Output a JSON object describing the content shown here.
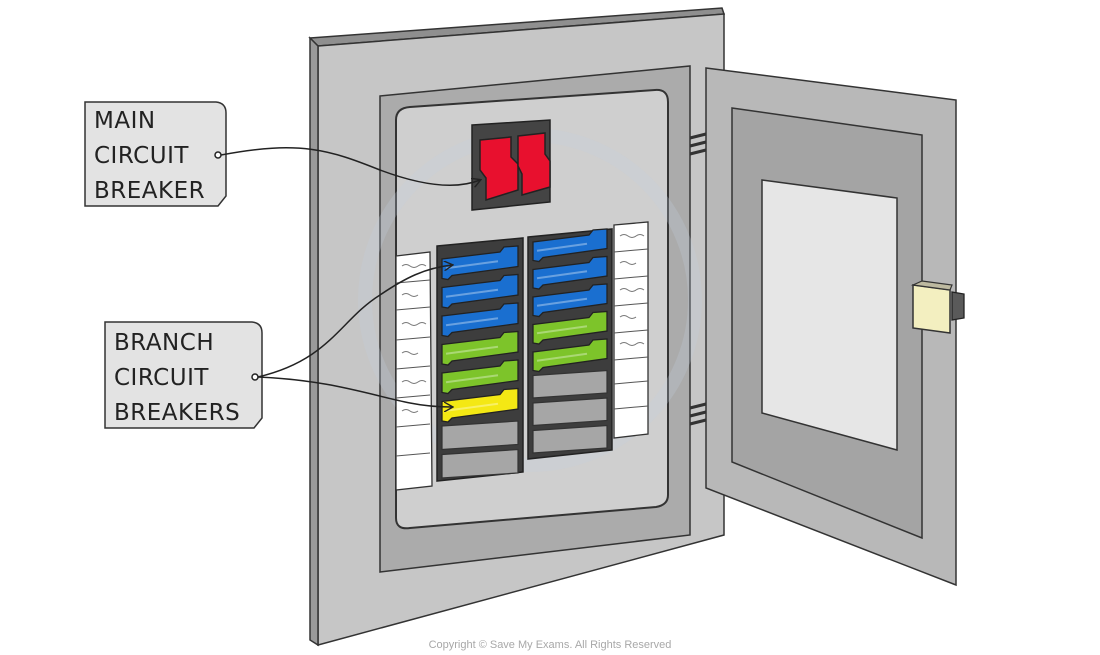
{
  "labels": {
    "main": [
      "MAIN",
      "CIRCUIT",
      "BREAKER"
    ],
    "branch": [
      "BRANCH",
      "CIRCUIT",
      "BREAKERS"
    ]
  },
  "copyright": "Copyright © Save My Exams. All Rights Reserved",
  "colors": {
    "outline": "#333333",
    "panel_grey": "#c9c9c9",
    "frame_grey": "#a9a9a9",
    "label_fill": "#e3e3e3",
    "main_breaker": "#e8102e",
    "breaker_blue": "#1a6fd0",
    "breaker_green": "#7dc42a",
    "breaker_yellow": "#f4e814",
    "latch": "#f3efc0"
  },
  "breakers": {
    "left_column": [
      "blue",
      "blue",
      "blue",
      "green",
      "green",
      "yellow",
      "empty",
      "empty"
    ],
    "right_column": [
      "blue",
      "blue",
      "blue",
      "green",
      "green",
      "empty",
      "empty",
      "empty"
    ]
  }
}
